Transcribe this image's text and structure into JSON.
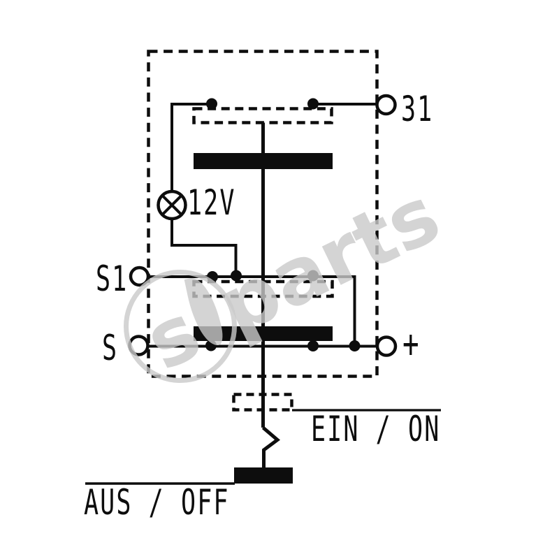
{
  "meta": {
    "description": "Rocker switch wiring schematic with illumination lamp",
    "background_color": "#ffffff",
    "line_color": "#0d0d0d",
    "watermark_color": "#c9c9c9"
  },
  "labels": {
    "terminal_31": "31",
    "lamp_voltage": "12V",
    "terminal_s1": "S1",
    "terminal_s": "S",
    "terminal_plus": "+",
    "state_on": "EIN / ON",
    "state_off": "AUS / OFF"
  },
  "watermark": {
    "prefix": "s",
    "suffix": "parts"
  }
}
